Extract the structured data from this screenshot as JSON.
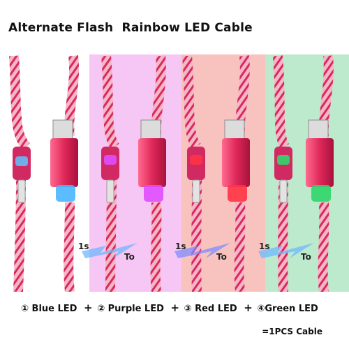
{
  "title": "Alternate Flash  Rainbow LED Cable",
  "colors": {
    "panel_white": "#ffffff",
    "panel_purple": "#f6c6f4",
    "panel_red": "#f8c3be",
    "panel_green": "#bde9cc",
    "cable": "#d8295a",
    "blue_glow": "#3aa6ff",
    "purple_glow": "#e04dff",
    "red_glow": "#ff3344",
    "green_glow": "#2fd66a"
  },
  "transitions": [
    {
      "from": "1s",
      "to": "To"
    },
    {
      "from": "1s",
      "to": "To"
    },
    {
      "from": "1s",
      "to": "To"
    }
  ],
  "footer": {
    "items": [
      "① Blue LED",
      "② Purple LED",
      "③ Red LED",
      "④Green LED"
    ],
    "plus": "+",
    "total": "=1PCS Cable"
  }
}
